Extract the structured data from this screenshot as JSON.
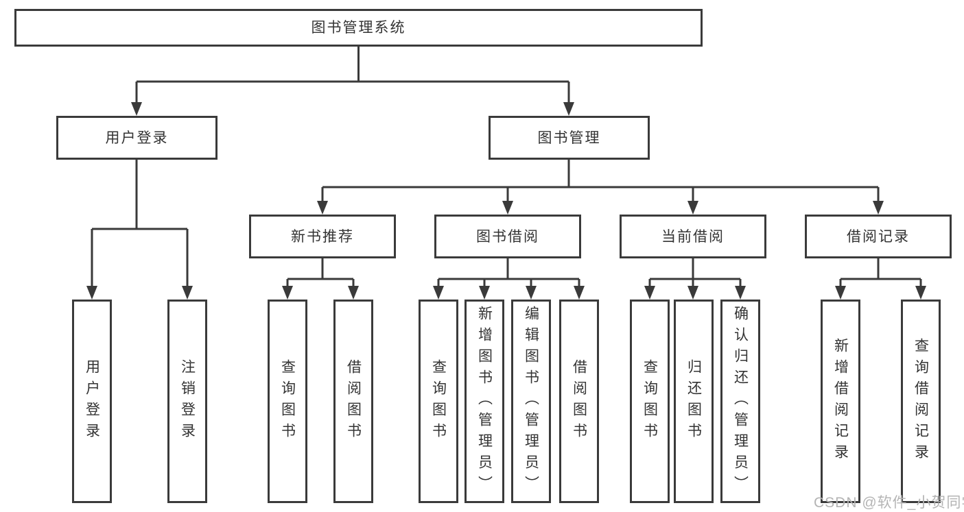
{
  "diagram": {
    "title": "图书管理系统",
    "root": {
      "label": "图书管理系统"
    },
    "level2": [
      {
        "label": "用户登录"
      },
      {
        "label": "图书管理"
      }
    ],
    "level3": [
      {
        "label": "新书推荐"
      },
      {
        "label": "图书借阅"
      },
      {
        "label": "当前借阅"
      },
      {
        "label": "借阅记录"
      }
    ],
    "leaves": {
      "user_login": [
        "用户登录",
        "注销登录"
      ],
      "new_books": [
        "查询图书",
        "借阅图书"
      ],
      "book_borrow": [
        "查询图书",
        "新增图书（管理员）",
        "编辑图书（管理员）",
        "借阅图书"
      ],
      "current_borrow": [
        "查询图书",
        "归还图书",
        "确认归还（管理员）"
      ],
      "borrow_records": [
        "新增借阅记录",
        "查询借阅记录"
      ]
    },
    "line_color": "#3a3a3a",
    "text_color": "#333333"
  },
  "watermark": {
    "text": "CSDN @软件_小贺同学",
    "color": "#b4b4b4"
  }
}
